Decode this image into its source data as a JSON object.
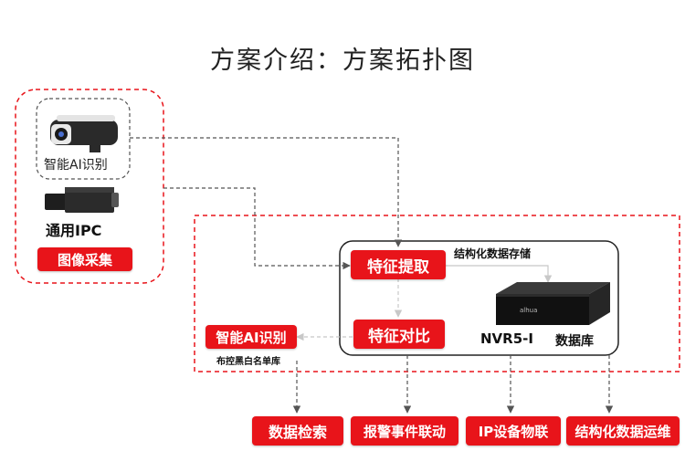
{
  "title": "方案介绍：方案拓扑图",
  "capture": {
    "ai_camera_label": "智能AI识别",
    "ipc_label": "通用IPC",
    "section_button": "图像采集"
  },
  "core": {
    "extract_button": "特征提取",
    "compare_button": "特征对比",
    "storage_label": "结构化数据存储",
    "nvr_label": "NVR5-I",
    "database_label": "数据库",
    "nvr_brand": "alhua"
  },
  "side": {
    "ai_button": "智能AI识别",
    "blacklist_label": "布控黑白名单库"
  },
  "outputs": [
    "数据检索",
    "报警事件联动",
    "IP设备物联",
    "结构化数据运维"
  ],
  "colors": {
    "accent": "#e8141a",
    "dashed_red": "#e8141a",
    "dashed_dark": "#555555",
    "dashed_light": "#c8c8c8"
  }
}
